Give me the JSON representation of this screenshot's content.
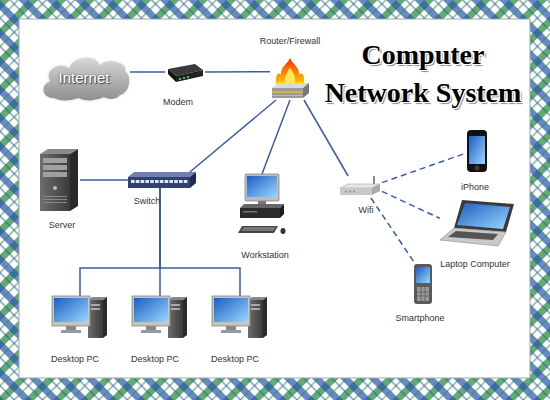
{
  "diagram": {
    "title": "Computer Network System",
    "nodes": [
      {
        "text": [
          "Internet"
        ]
      },
      {
        "text": [
          "Modem"
        ]
      },
      {
        "text": [
          "Router/Firewall"
        ]
      },
      {
        "text": [
          "Server"
        ]
      },
      {
        "text": [
          "Switch"
        ]
      },
      {
        "text": [
          "Workstation"
        ]
      },
      {
        "text": [
          "Wifi"
        ]
      },
      {
        "text": [
          "iPhone"
        ]
      },
      {
        "text": [
          "Laptop Computer"
        ]
      },
      {
        "text": [
          "Smartphone"
        ]
      },
      {
        "text": [
          "Desktop PC"
        ]
      },
      {
        "text": [
          "Desktop PC"
        ]
      },
      {
        "text": [
          "Desktop PC"
        ]
      }
    ],
    "edges": [
      {
        "from": 0,
        "to": 1,
        "arrow": "none"
      },
      {
        "from": 1,
        "to": 2,
        "arrow": "none"
      },
      {
        "from": 2,
        "to": 4,
        "arrow": "none"
      },
      {
        "from": 2,
        "to": 5,
        "arrow": "none"
      },
      {
        "from": 2,
        "to": 6,
        "arrow": "none"
      },
      {
        "from": 4,
        "to": 3,
        "arrow": "none"
      },
      {
        "from": 4,
        "to": 10,
        "arrow": "none"
      },
      {
        "from": 4,
        "to": 11,
        "arrow": "none"
      },
      {
        "from": 4,
        "to": 12,
        "arrow": "none"
      },
      {
        "from": 6,
        "to": 7,
        "arrow": "none"
      },
      {
        "from": 6,
        "to": 8,
        "arrow": "none"
      },
      {
        "from": 6,
        "to": 9,
        "arrow": "none"
      }
    ]
  }
}
